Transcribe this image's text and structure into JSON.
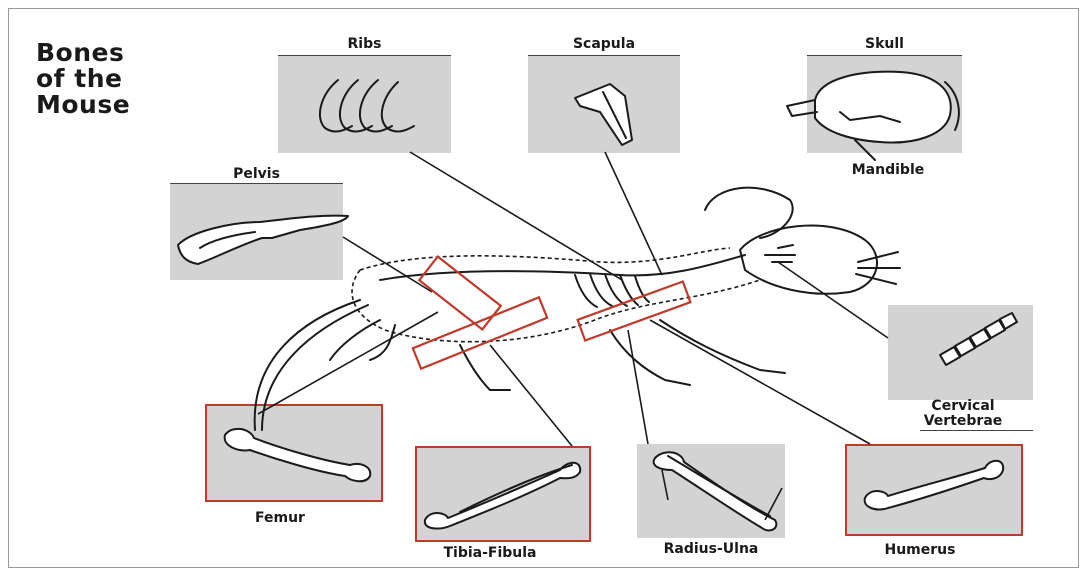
{
  "title": {
    "line1": "Bones",
    "line2": "of the",
    "line3": "Mouse"
  },
  "labels": {
    "ribs": "Ribs",
    "scapula": "Scapula",
    "skull": "Skull",
    "mandible": "Mandible",
    "pelvis": "Pelvis",
    "cervical_line1": "Cervical",
    "cervical_line2": "Vertebrae",
    "femur": "Femur",
    "tibia_fibula": "Tibia-Fibula",
    "radius_ulna": "Radius-Ulna",
    "humerus": "Humerus"
  },
  "colors": {
    "panel_fill": "#d3d3d3",
    "highlight_border": "#c0392b",
    "ink": "#1a1a1a"
  }
}
